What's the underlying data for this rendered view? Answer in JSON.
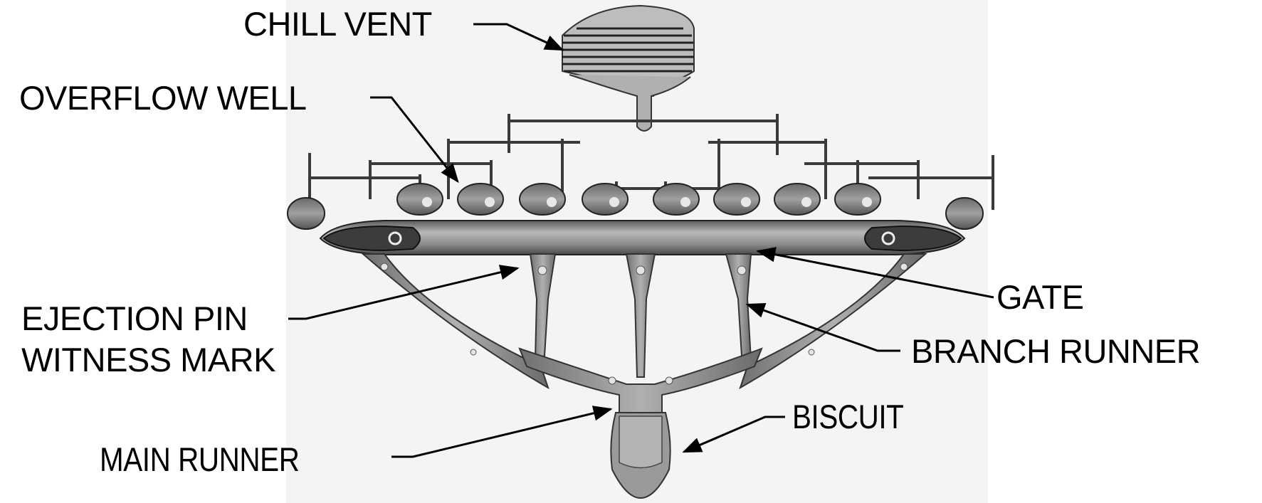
{
  "figure": {
    "subject": "die-cast shot with runner system",
    "colors": {
      "background": "#ffffff",
      "photo_background": "#f4f4f4",
      "metal_dark": "#4a4a4a",
      "metal_mid": "#8c8c8c",
      "metal_light": "#c8c8c8",
      "leader": "#000000"
    }
  },
  "labels": {
    "chill_vent": "CHILL VENT",
    "overflow_well": "OVERFLOW WELL",
    "ejection_pin_line1": "EJECTION PIN",
    "ejection_pin_line2": "WITNESS MARK",
    "gate": "GATE",
    "branch_runner": "BRANCH RUNNER",
    "biscuit": "BISCUIT",
    "main_runner": "MAIN RUNNER"
  },
  "parts": {
    "overflow_well_count": 10,
    "chill_vent_rib_count": 7
  }
}
